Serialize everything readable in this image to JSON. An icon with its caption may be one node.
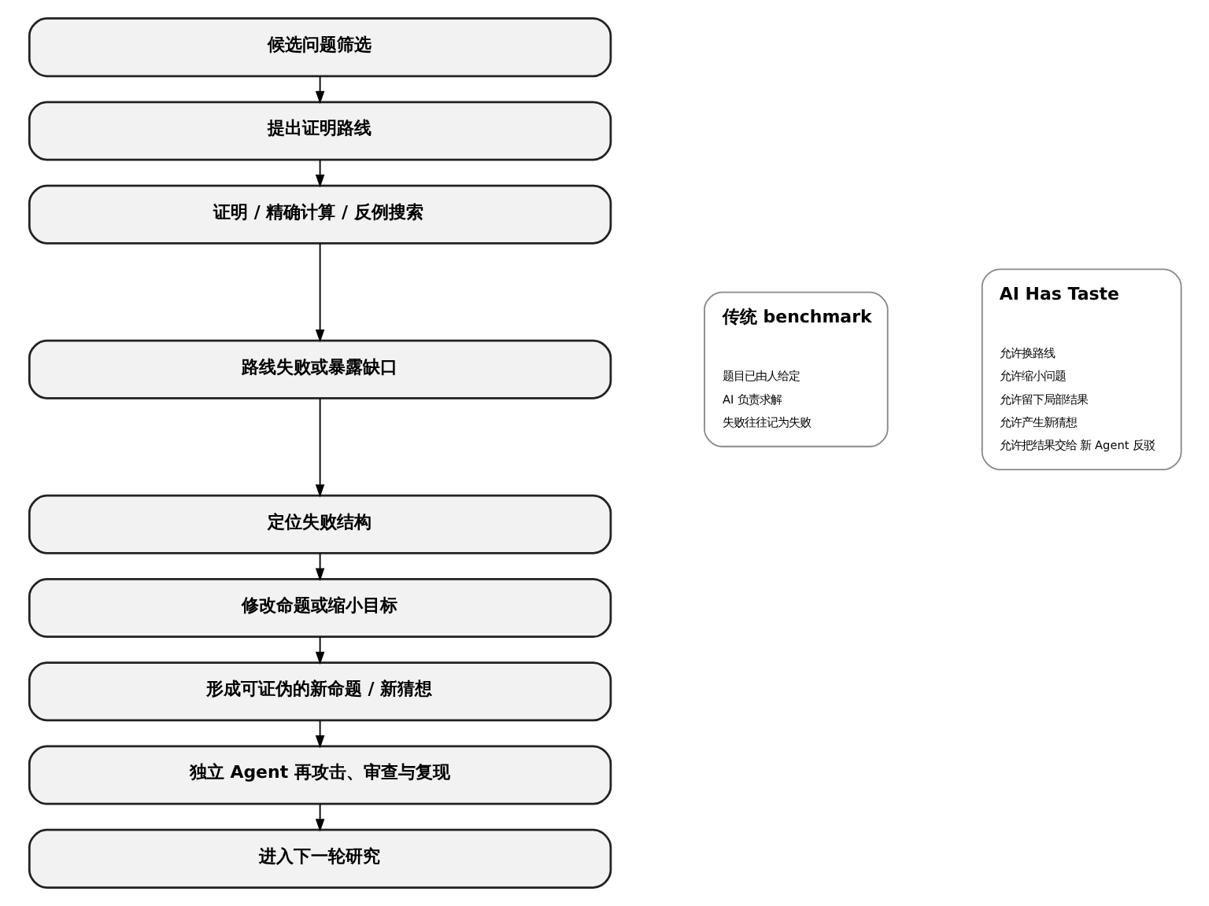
{
  "diagram": {
    "nodes": [
      {
        "text": [
          "候选问题筛选"
        ]
      },
      {
        "text": [
          "提出证明路线"
        ]
      },
      {
        "text": [
          "证明 / 精确计算 / 反例搜索"
        ]
      },
      {
        "text": [
          "路线失败或暴露缺口"
        ]
      },
      {
        "text": [
          "定位失败结构"
        ]
      },
      {
        "text": [
          "修改命题或缩小目标"
        ]
      },
      {
        "text": [
          "形成可证伪的新命题 / 新猜想"
        ]
      },
      {
        "text": [
          "独立 Agent 再攻击、审查与复现"
        ]
      },
      {
        "text": [
          "进入下一轮研究"
        ]
      },
      {
        "text": [
          "传统 benchmark",
          "题目已由人给定",
          "AI 负责求解",
          "失败往往记为失败"
        ]
      },
      {
        "text": [
          "AI Has Taste",
          "允许换路线",
          "允许缩小问题",
          "允许留下局部结果",
          "允许产生新猜想",
          "允许把结果交给 新 Agent 反驳"
        ]
      }
    ],
    "edges": [
      {
        "from": 0,
        "to": 1,
        "arrow": "to"
      },
      {
        "from": 1,
        "to": 2,
        "arrow": "to"
      },
      {
        "from": 2,
        "to": 3,
        "arrow": "to"
      },
      {
        "from": 3,
        "to": 4,
        "arrow": "to"
      },
      {
        "from": 4,
        "to": 5,
        "arrow": "to"
      },
      {
        "from": 5,
        "to": 6,
        "arrow": "to"
      },
      {
        "from": 6,
        "to": 7,
        "arrow": "to"
      },
      {
        "from": 7,
        "to": 8,
        "arrow": "to"
      }
    ]
  }
}
